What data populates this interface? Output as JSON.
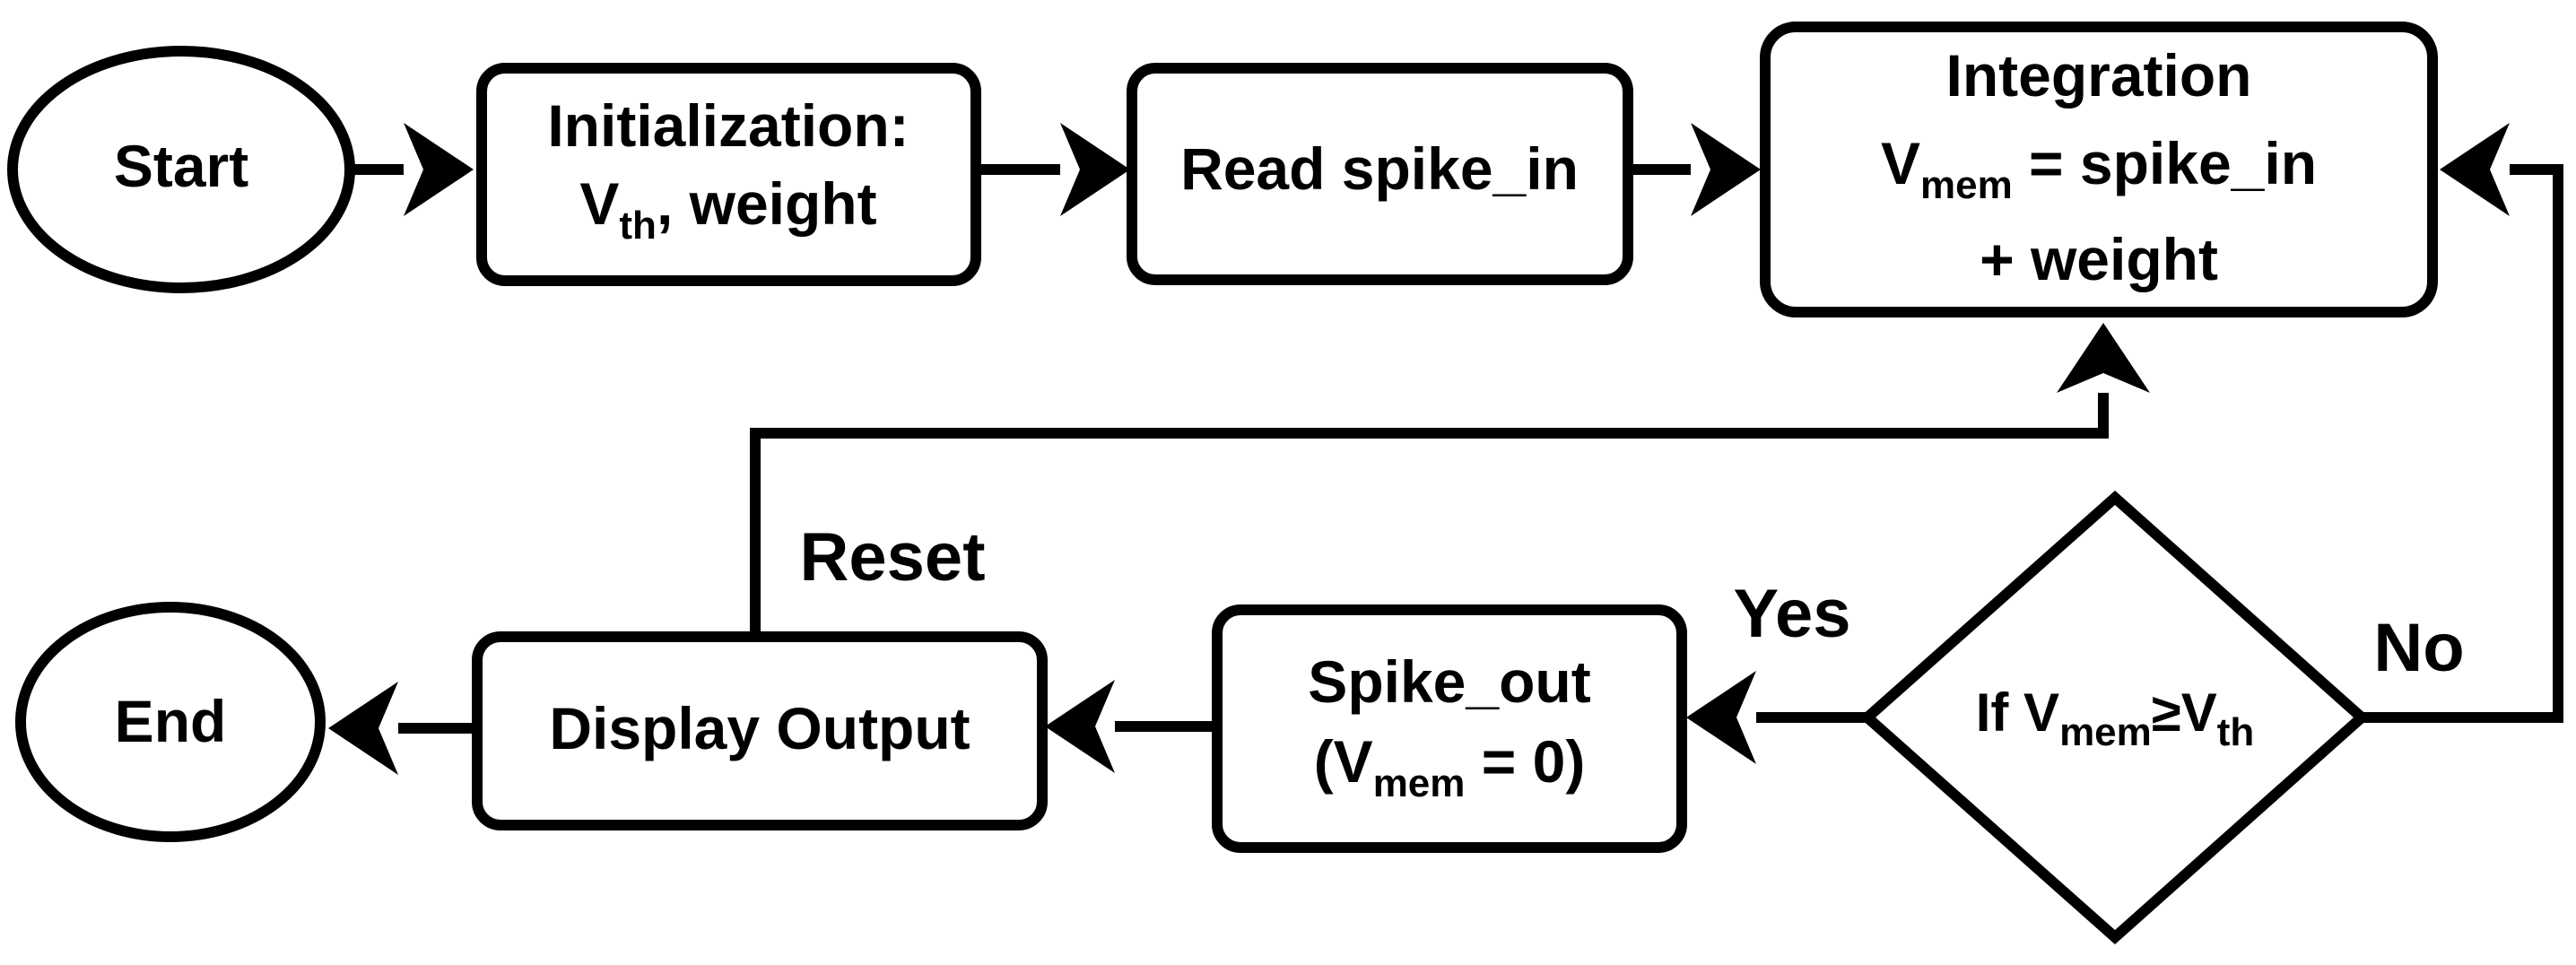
{
  "nodes": {
    "start": "Start",
    "init": {
      "line1": "Initialization:",
      "v": "V",
      "th": "th",
      "rest": ", weight"
    },
    "read": "Read spike_in",
    "integration": {
      "line1": "Integration",
      "v": "V",
      "mem": "mem",
      "rest": " = spike_in",
      "line3": "+ weight"
    },
    "decision": {
      "prefix": "If V",
      "mem": "mem",
      "ge": "≥V",
      "th": "th"
    },
    "spike_out": {
      "line1": "Spike_out",
      "open": "(V",
      "mem": "mem",
      "rest": " = 0)"
    },
    "display": "Display Output",
    "end": "End"
  },
  "edges": {
    "yes": "Yes",
    "no": "No",
    "reset": "Reset"
  }
}
